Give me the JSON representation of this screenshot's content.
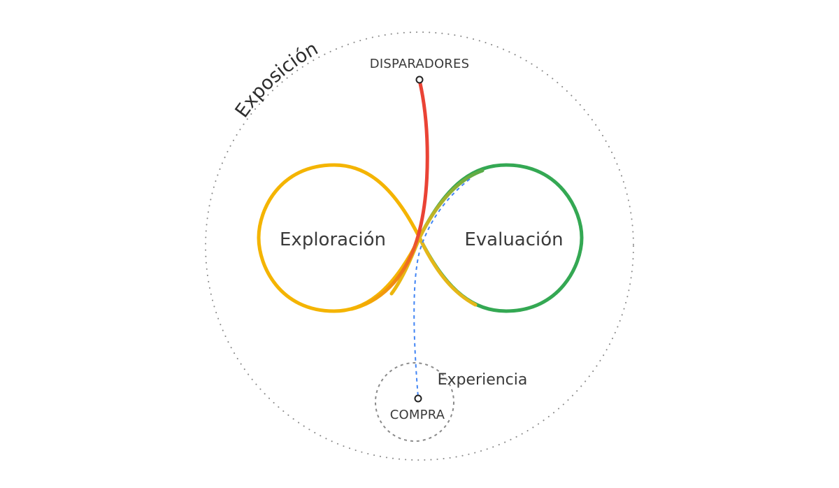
{
  "labels": {
    "exposure": "Exposición",
    "triggers": "DISPARADORES",
    "exploration": "Exploración",
    "evaluation": "Evaluación",
    "experience": "Experiencia",
    "purchase": "COMPRA"
  },
  "colors": {
    "exploration_loop": "#F4B400",
    "evaluation_loop": "#34A853",
    "trigger_path": "#EA4335",
    "purchase_path": "#4285F4",
    "outline_dots": "#8a8a8a",
    "text": "#3a3a3a"
  }
}
